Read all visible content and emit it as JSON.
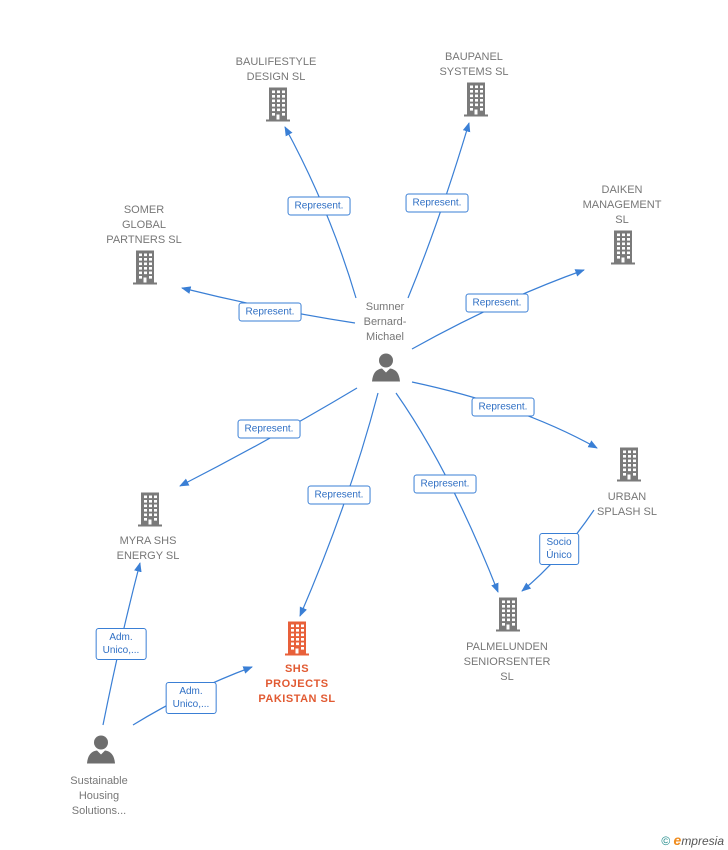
{
  "nodes": {
    "baulifestyle": {
      "lines": [
        "BAULIFESTYLE",
        "DESIGN  SL"
      ],
      "kind": "company"
    },
    "baupanel": {
      "lines": [
        "BAUPANEL",
        "SYSTEMS  SL"
      ],
      "kind": "company"
    },
    "daiken": {
      "lines": [
        "DAIKEN",
        "MANAGEMENT",
        "SL"
      ],
      "kind": "company"
    },
    "somer": {
      "lines": [
        "SOMER",
        "GLOBAL",
        "PARTNERS SL"
      ],
      "kind": "company"
    },
    "sumner": {
      "lines": [
        "Sumner",
        "Bernard-",
        "Michael"
      ],
      "kind": "person"
    },
    "urban": {
      "lines": [
        "URBAN",
        "SPLASH  SL"
      ],
      "kind": "company"
    },
    "myra": {
      "lines": [
        "MYRA SHS",
        "ENERGY  SL"
      ],
      "kind": "company"
    },
    "shs": {
      "lines": [
        "SHS",
        "PROJECTS",
        "PAKISTAN  SL"
      ],
      "kind": "focus"
    },
    "palmelunden": {
      "lines": [
        "PALMELUNDEN",
        "SENIORSENTER",
        "SL"
      ],
      "kind": "company"
    },
    "sustainable": {
      "lines": [
        "Sustainable",
        "Housing",
        "Solutions..."
      ],
      "kind": "person"
    }
  },
  "edges": [
    {
      "id": "e1",
      "from": "sumner",
      "to": "baulifestyle",
      "label": [
        "Represent."
      ]
    },
    {
      "id": "e2",
      "from": "sumner",
      "to": "baupanel",
      "label": [
        "Represent."
      ]
    },
    {
      "id": "e3",
      "from": "sumner",
      "to": "somer",
      "label": [
        "Represent."
      ]
    },
    {
      "id": "e4",
      "from": "sumner",
      "to": "daiken",
      "label": [
        "Represent."
      ]
    },
    {
      "id": "e5",
      "from": "sumner",
      "to": "myra",
      "label": [
        "Represent."
      ]
    },
    {
      "id": "e6",
      "from": "sumner",
      "to": "urban",
      "label": [
        "Represent."
      ]
    },
    {
      "id": "e7",
      "from": "sumner",
      "to": "shs",
      "label": [
        "Represent."
      ]
    },
    {
      "id": "e8",
      "from": "sumner",
      "to": "palmelunden",
      "label": [
        "Represent."
      ]
    },
    {
      "id": "e9",
      "from": "urban",
      "to": "palmelunden",
      "label": [
        "Socio",
        "Único"
      ]
    },
    {
      "id": "e10",
      "from": "sustainable",
      "to": "myra",
      "label": [
        "Adm.",
        "Unico,..."
      ]
    },
    {
      "id": "e11",
      "from": "sustainable",
      "to": "shs",
      "label": [
        "Adm.",
        "Unico,..."
      ]
    }
  ],
  "colors": {
    "edge": "#3a7fd5",
    "company_icon": "#7a7a7a",
    "focus_icon": "#e8603a",
    "person_icon": "#6e6e6e"
  },
  "footer": {
    "copyright": "©",
    "brand_initial": "e",
    "brand_rest": "mpresia"
  }
}
